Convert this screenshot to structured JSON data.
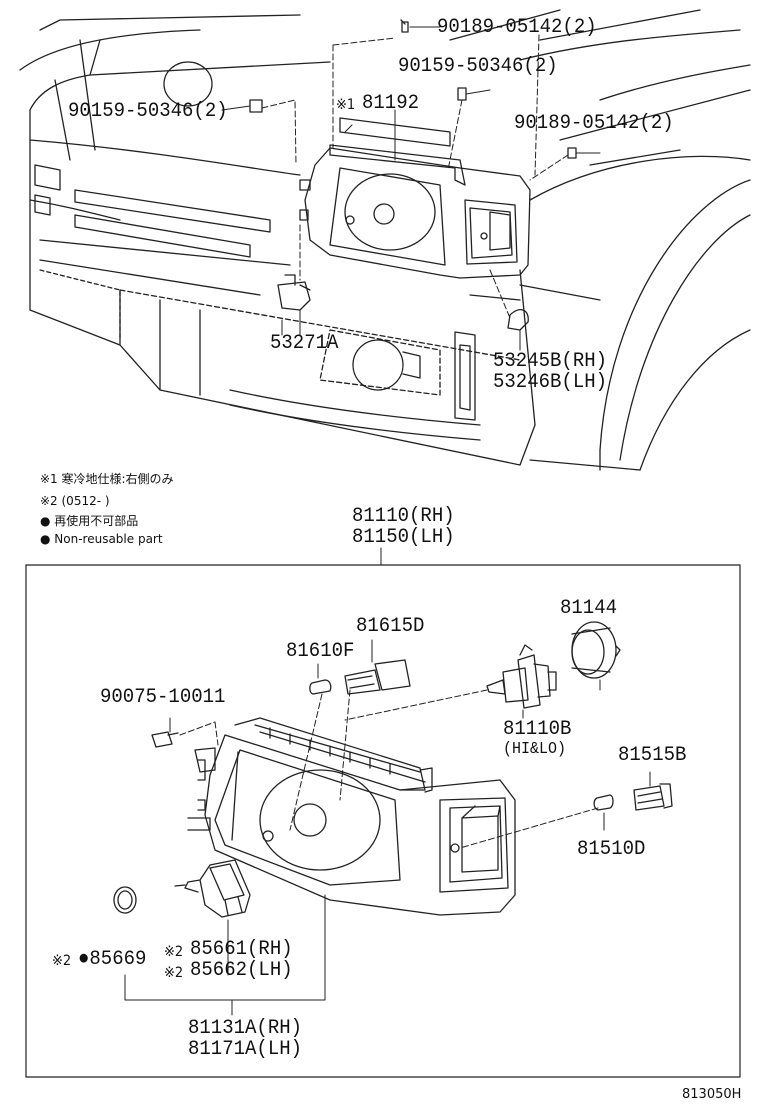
{
  "labels": {
    "p90189_top": "90189-05142(2)",
    "p90159_top": "90159-50346(2)",
    "p90159_left": "90159-50346(2)",
    "p81192": "81192",
    "mark1": "※1",
    "p90189_right": "90189-05142(2)",
    "p53271a": "53271A",
    "p53245b": "53245B(RH)",
    "p53246b": "53246B(LH)",
    "p81110": "81110(RH)",
    "p81150": "81150(LH)",
    "p81144": "81144",
    "p81615d": "81615D",
    "p81610f": "81610F",
    "p90075": "90075-10011",
    "p81110b": "81110B",
    "p81110b_sub": "(HI&LO)",
    "p81515b": "81515B",
    "p81510d": "81510D",
    "mark2a": "※2",
    "p85669": "●85669",
    "mark2b": "※2",
    "p85661": "85661(RH)",
    "mark2c": "※2",
    "p85662": "85662(LH)",
    "p81131a": "81131A(RH)",
    "p81171a": "81171A(LH)",
    "diagram_id": "813050H"
  },
  "notes": {
    "n1": "※1 寒冷地仕様:右側のみ",
    "n2": "※2 (0512-     )",
    "n3": "● 再使用不可部品",
    "n4": "● Non-reusable part"
  }
}
